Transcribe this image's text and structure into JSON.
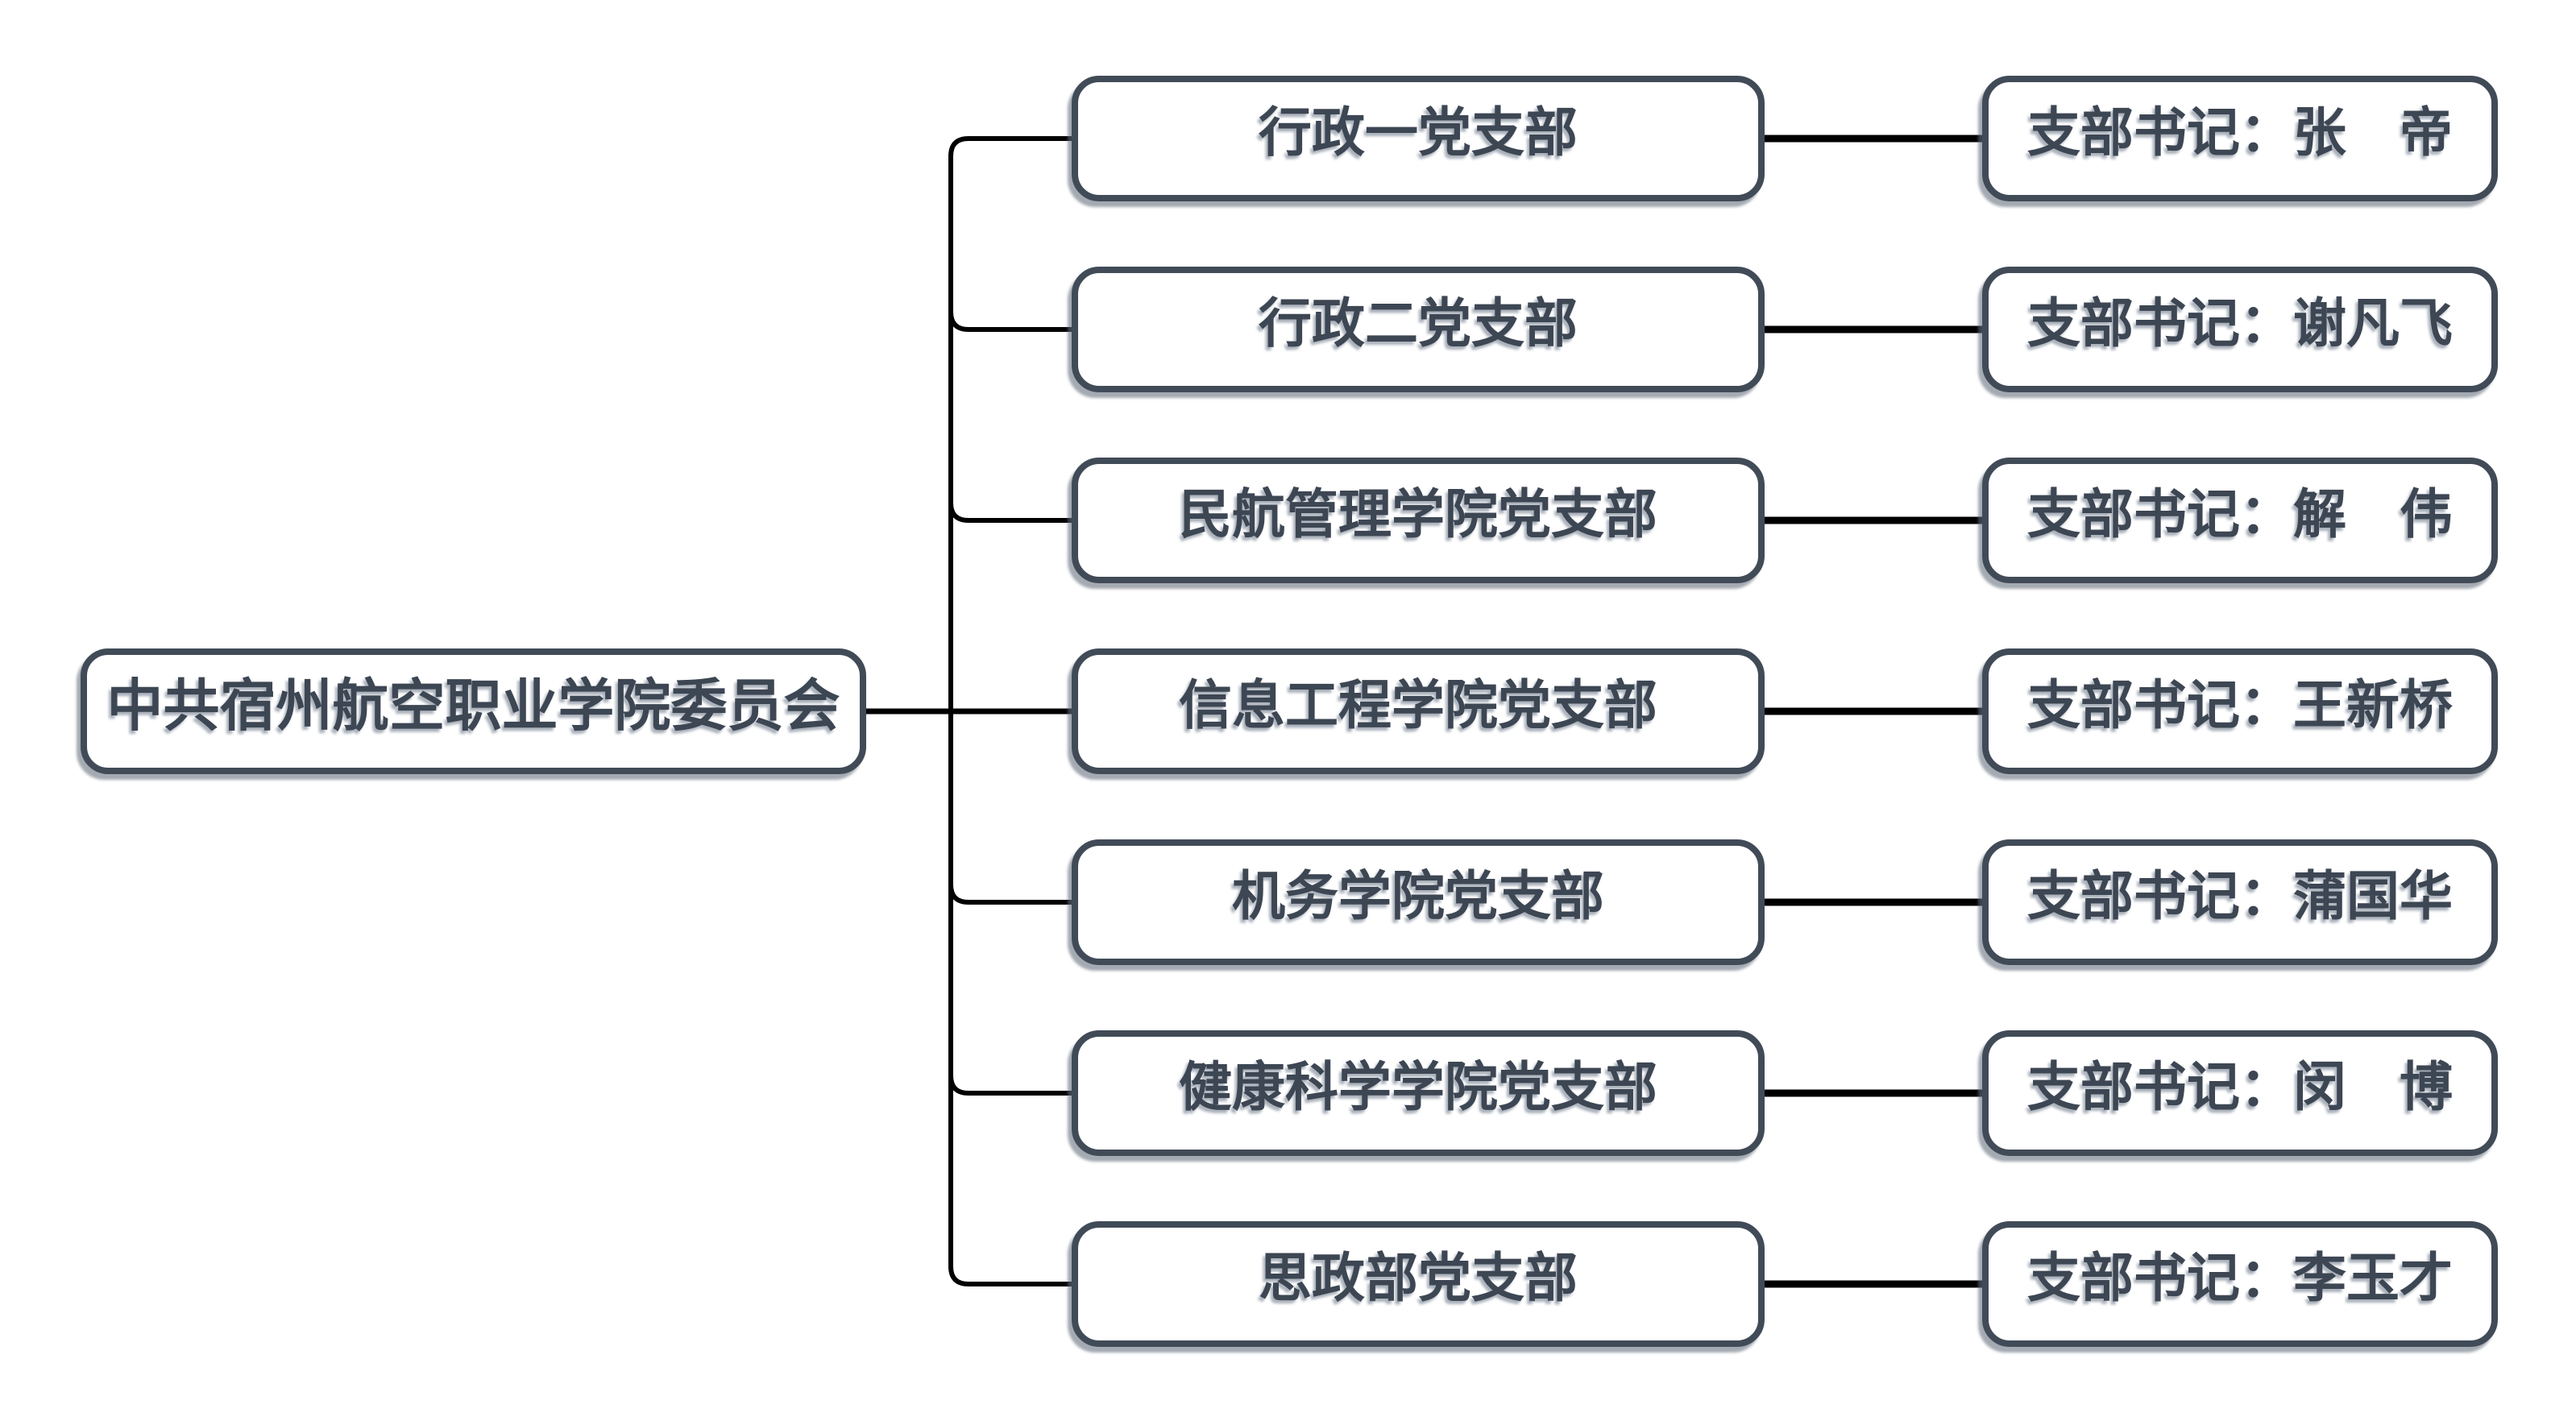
{
  "diagram": {
    "title_hint": "party-branch-organization-chart",
    "root": {
      "label": "中共宿州航空职业学院委员会"
    },
    "rows": [
      {
        "branch": "行政一党支部",
        "secretary": "支部书记：张　帝"
      },
      {
        "branch": "行政二党支部",
        "secretary": "支部书记：谢凡飞"
      },
      {
        "branch": "民航管理学院党支部",
        "secretary": "支部书记：解　伟"
      },
      {
        "branch": "信息工程学院党支部",
        "secretary": "支部书记：王新桥"
      },
      {
        "branch": "机务学院党支部",
        "secretary": "支部书记：蒲国华"
      },
      {
        "branch": "健康科学学院党支部",
        "secretary": "支部书记：闵　博"
      },
      {
        "branch": "思政部党支部",
        "secretary": "支部书记：李玉才"
      }
    ],
    "colors": {
      "background": "#ffffff",
      "box_fill": "#ffffff",
      "box_border": "#414b58",
      "text": "#3d4653",
      "text_shadow": "#aab1bb",
      "box_shadow": "#67717f",
      "connector": "#000000"
    }
  }
}
